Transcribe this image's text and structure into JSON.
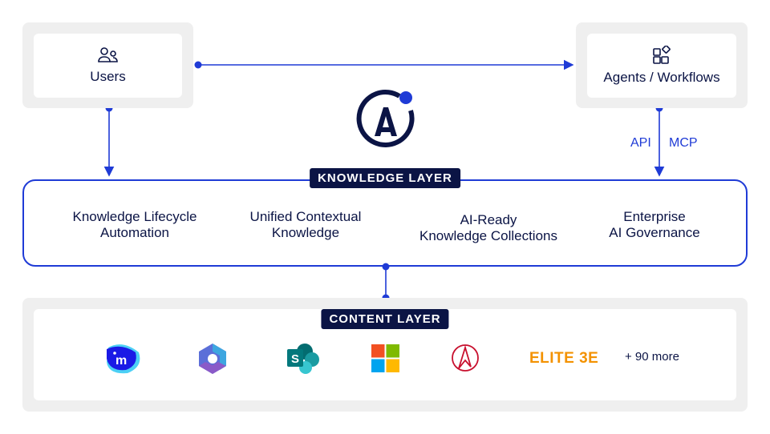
{
  "users": {
    "label": "Users",
    "icon": "users-icon"
  },
  "agents": {
    "label": "Agents / Workflows",
    "icon": "widgets-icon"
  },
  "connectors": {
    "api": "API",
    "mcp": "MCP"
  },
  "knowledge_layer": {
    "title": "KNOWLEDGE LAYER",
    "capabilities": [
      {
        "line1": "Knowledge Lifecycle",
        "line2": "Automation"
      },
      {
        "line1": "Unified Contextual",
        "line2": "Knowledge"
      },
      {
        "line1": "AI-Ready",
        "line2": "Knowledge Collections"
      },
      {
        "line1": "Enterprise",
        "line2": "AI Governance"
      }
    ]
  },
  "content_layer": {
    "title": "CONTENT LAYER",
    "sources": [
      "imanage-logo",
      "microsoft-365-logo",
      "sharepoint-logo",
      "microsoft-logo",
      "aderant-logo",
      "elite-3e-logo"
    ],
    "elite_text": "ELITE 3E",
    "more": "+ 90 more"
  },
  "colors": {
    "navy": "#0b1445",
    "accent": "#1f3bd6",
    "panel": "#efefef"
  }
}
